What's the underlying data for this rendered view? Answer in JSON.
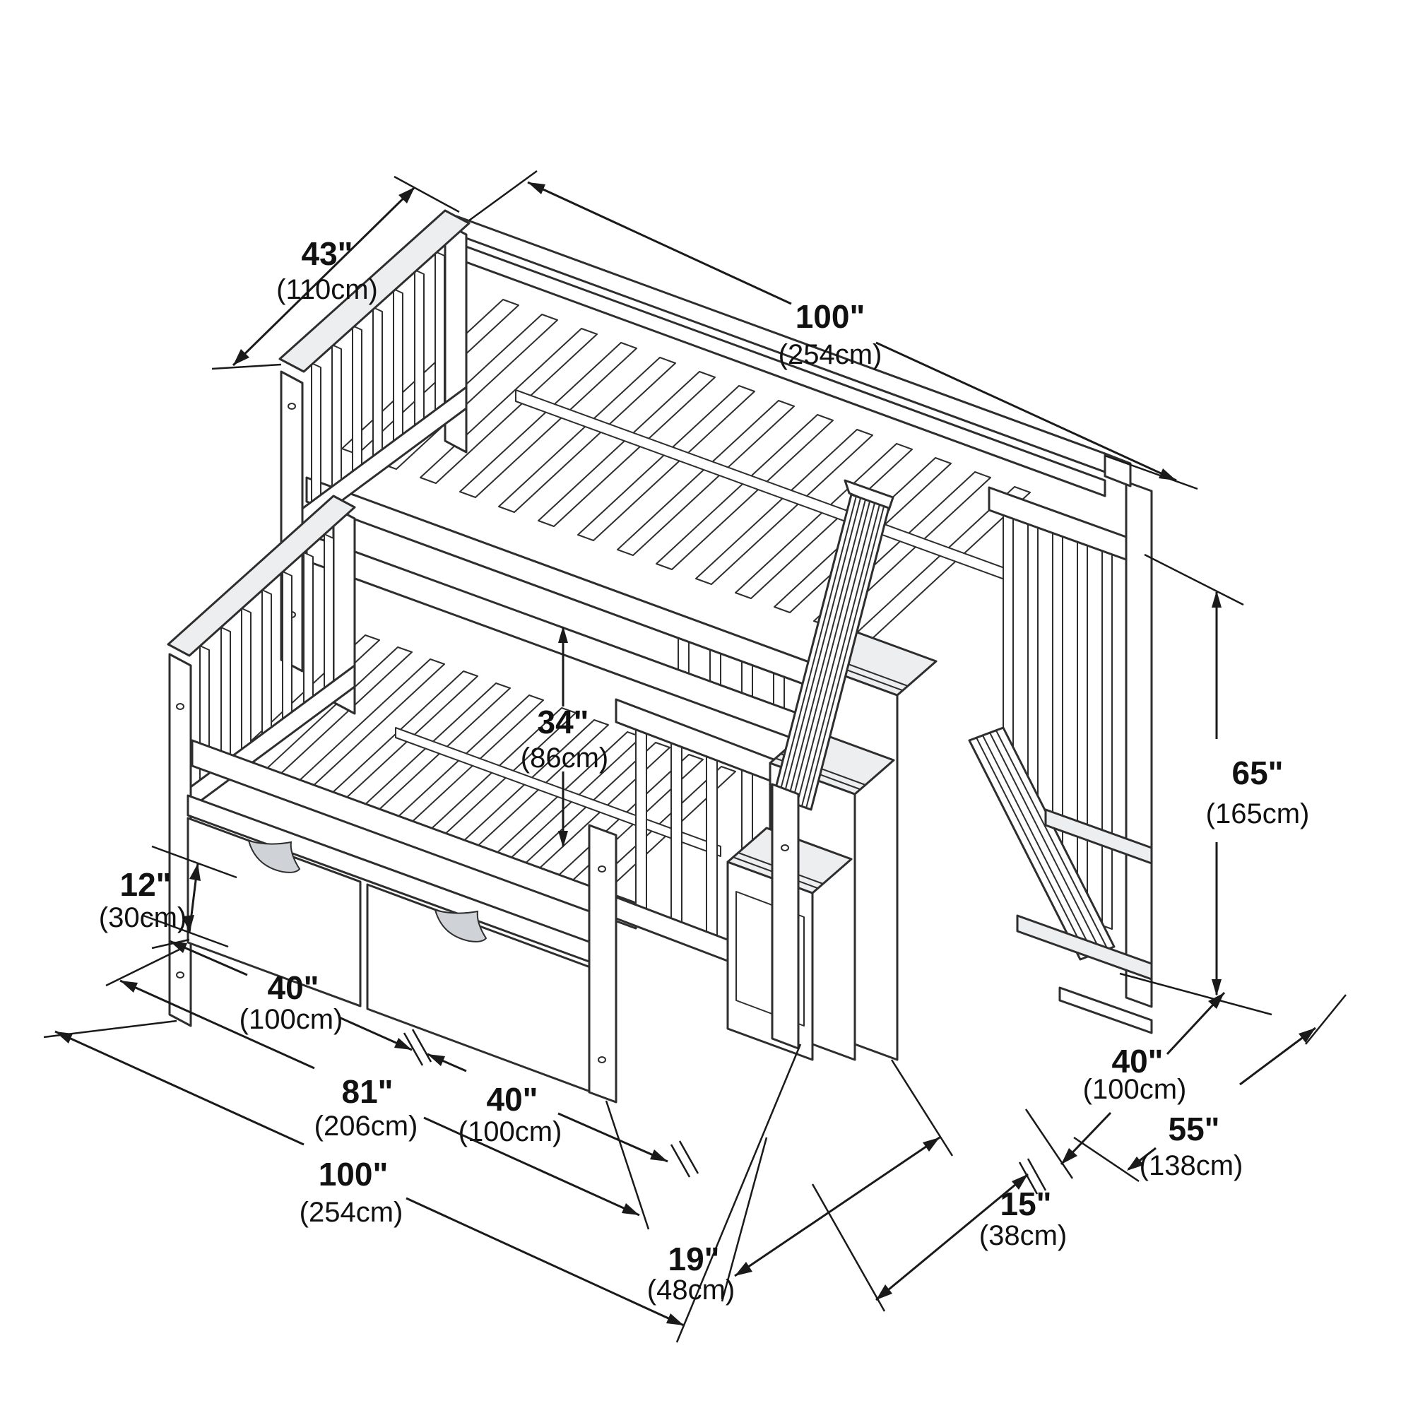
{
  "diagram": {
    "subject": "Twin-over-full bunk bed with storage staircase and under-bed drawers, isometric dimension diagram",
    "background": "#ffffff",
    "line_color": "#2e2e2e",
    "shade_light": "#eceef0",
    "shade_mid": "#d9dcdf",
    "dimensions": {
      "headboard_width": {
        "inches": "43\"",
        "cm": "(110cm)"
      },
      "overall_length_top": {
        "inches": "100\"",
        "cm": "(254cm)"
      },
      "bunk_clearance": {
        "inches": "34\"",
        "cm": "(86cm)"
      },
      "drawer_height": {
        "inches": "12\"",
        "cm": "(30cm)"
      },
      "drawer1_width": {
        "inches": "40\"",
        "cm": "(100cm)"
      },
      "bed_length": {
        "inches": "81\"",
        "cm": "(206cm)"
      },
      "drawer2_width": {
        "inches": "40\"",
        "cm": "(100cm)"
      },
      "overall_length_bottom": {
        "inches": "100\"",
        "cm": "(254cm)"
      },
      "staircase_depth": {
        "inches": "19\"",
        "cm": "(48cm)"
      },
      "step_depth": {
        "inches": "15\"",
        "cm": "(38cm)"
      },
      "bed_width": {
        "inches": "40\"",
        "cm": "(100cm)"
      },
      "overall_width": {
        "inches": "55\"",
        "cm": "(138cm)"
      },
      "overall_height": {
        "inches": "65\"",
        "cm": "(165cm)"
      }
    }
  }
}
